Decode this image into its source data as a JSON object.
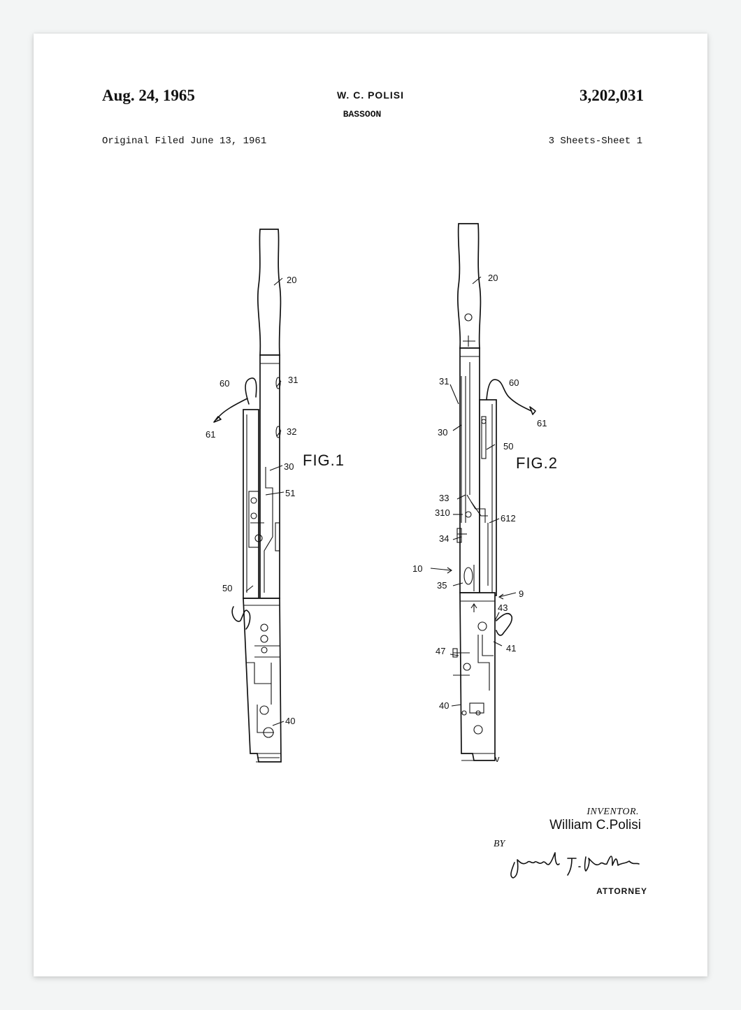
{
  "header": {
    "date": "Aug. 24, 1965",
    "inventor": "W. C. POLISI",
    "title": "BASSOON",
    "patent_number": "3,202,031",
    "filed": "Original Filed June 13, 1961",
    "sheets": "3 Sheets-Sheet 1"
  },
  "figures": [
    {
      "label": "FIG.1",
      "refs": {
        "r20": "20",
        "r31": "31",
        "r60": "60",
        "r61": "61",
        "r32": "32",
        "r30": "30",
        "r51": "51",
        "r50": "50",
        "r40": "40"
      }
    },
    {
      "label": "FIG.2",
      "refs": {
        "r20": "20",
        "r31": "31",
        "r60": "60",
        "r61": "61",
        "r30": "30",
        "r50": "50",
        "r33": "33",
        "r310": "310",
        "r612": "612",
        "r34": "34",
        "r10": "10",
        "r35": "35",
        "r9": "9",
        "r43": "43",
        "r47": "47",
        "r41": "41",
        "r40": "40",
        "rv": "v"
      }
    }
  ],
  "footer": {
    "inventor_label": "INVENTOR.",
    "inventor_name": "William C.Polisi",
    "by_label": "BY",
    "signature": "Joseph F. Paddon",
    "attorney_label": "ATTORNEY"
  }
}
